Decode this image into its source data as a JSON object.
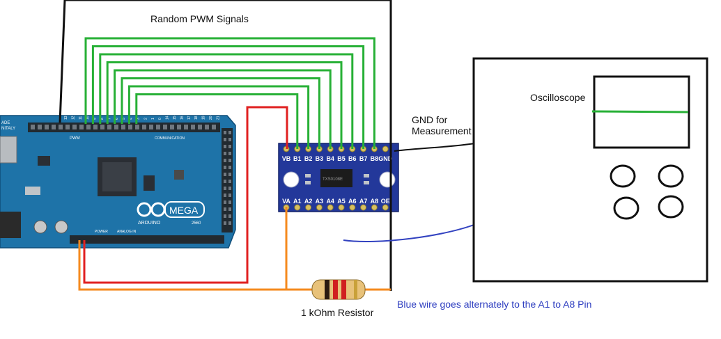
{
  "labels": {
    "pwm_title": "Random PWM Signals",
    "gnd_line1": "GND for",
    "gnd_line2": "Measurement",
    "oscilloscope": "Oscilloscope",
    "resistor": "1 kOhm Resistor",
    "blue_note": "Blue wire goes alternately to the A1 to A8 Pin"
  },
  "level_shifter": {
    "top_pins": [
      "VB",
      "B1",
      "B2",
      "B3",
      "B4",
      "B5",
      "B6",
      "B7",
      "B8",
      "GND"
    ],
    "bottom_pins": [
      "VA",
      "A1",
      "A2",
      "A3",
      "A4",
      "A5",
      "A6",
      "A7",
      "A8",
      "OE"
    ],
    "chip_text": "TXS0108E"
  },
  "arduino": {
    "logo_text": "ARDUINO",
    "model": "MEGA",
    "model_sub": "2560",
    "pwm_header": "PWM",
    "comm_header": "COMMUNICATION",
    "power_header": "POWER",
    "analog_header": "ANALOG IN",
    "pin_numbers": [
      "13",
      "12",
      "11",
      "10",
      "9",
      "8",
      "7",
      "6",
      "5",
      "4",
      "3",
      "2",
      "1",
      "0",
      "14",
      "15",
      "16",
      "17",
      "18",
      "19",
      "20",
      "21"
    ],
    "side_text_1": "ADE",
    "side_text_2": "NITALY"
  },
  "colors": {
    "pwm_wire": "#27b036",
    "power_wire": "#e02020",
    "signal_wire": "#f58a1e",
    "probe_wire": "#3242c0",
    "ground_wire": "#111111",
    "board_blue": "#1e73a8",
    "shifter_blue": "#23389a"
  }
}
